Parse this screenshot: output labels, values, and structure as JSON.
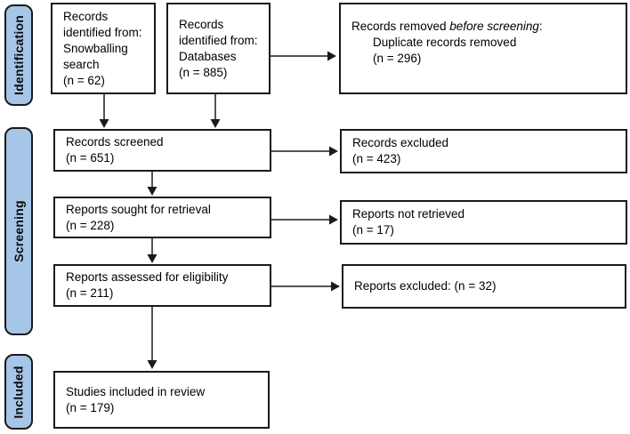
{
  "colors": {
    "stage_fill": "#A6C6E8",
    "stage_border": "#1a1a1a",
    "box_border": "#1a1a1a",
    "box_fill": "#ffffff",
    "arrow": "#1a1a1a",
    "text": "#000000",
    "background": "#ffffff"
  },
  "stages": [
    {
      "label": "Identification"
    },
    {
      "label": "Screening"
    },
    {
      "label": "Included"
    }
  ],
  "boxes": {
    "snowballing": {
      "text": "Records\nidentified from:\nSnowballing\nsearch\n(n = 62)",
      "n": 62
    },
    "databases": {
      "text": "Records\nidentified from:\nDatabases\n(n = 885)",
      "n": 885
    },
    "removed": {
      "prefix": "Records removed ",
      "italic": "before screening",
      "suffix": ":",
      "details": "Duplicate records removed\n(n = 296)",
      "n": 296
    },
    "screened": {
      "text": "Records screened\n(n = 651)",
      "n": 651
    },
    "excluded": {
      "text": "Records excluded\n(n = 423)",
      "n": 423
    },
    "sought": {
      "text": "Reports sought for retrieval\n(n = 228)",
      "n": 228
    },
    "not_retrieved": {
      "text": "Reports not retrieved\n(n = 17)",
      "n": 17
    },
    "assessed": {
      "text": "Reports assessed for eligibility\n(n = 211)",
      "n": 211
    },
    "reports_excluded": {
      "text": "Reports excluded: (n = 32)",
      "n": 32
    },
    "included": {
      "text": "Studies included in review\n(n = 179)",
      "n": 179
    }
  }
}
